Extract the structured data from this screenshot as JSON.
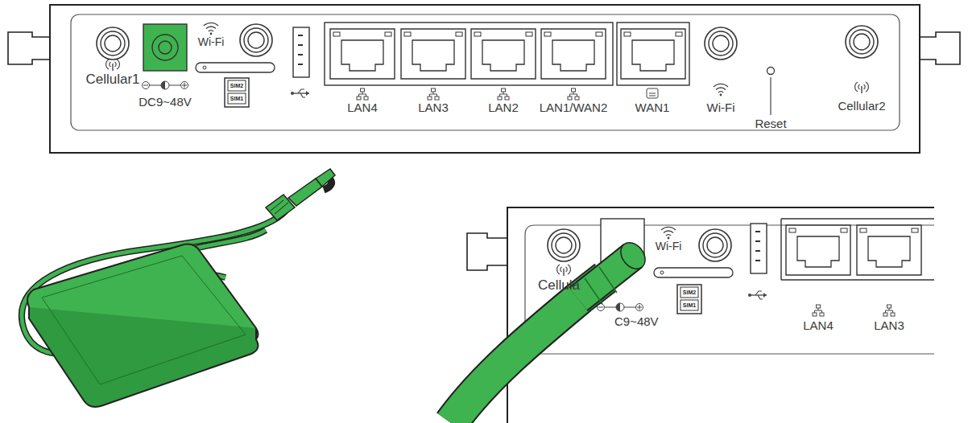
{
  "diagram": {
    "labels": [
      "Cellular1",
      "Wi-Fi",
      "DC9~48V",
      "SIM2",
      "SIM1",
      "LAN4",
      "LAN3",
      "LAN2",
      "LAN1/WAN2",
      "WAN1",
      "Wi-Fi",
      "Reset",
      "Cellular2",
      "Cellula",
      "Wi-Fi",
      "C9~48V",
      "SIM2",
      "SIM1",
      "LAN4",
      "LAN3"
    ]
  }
}
